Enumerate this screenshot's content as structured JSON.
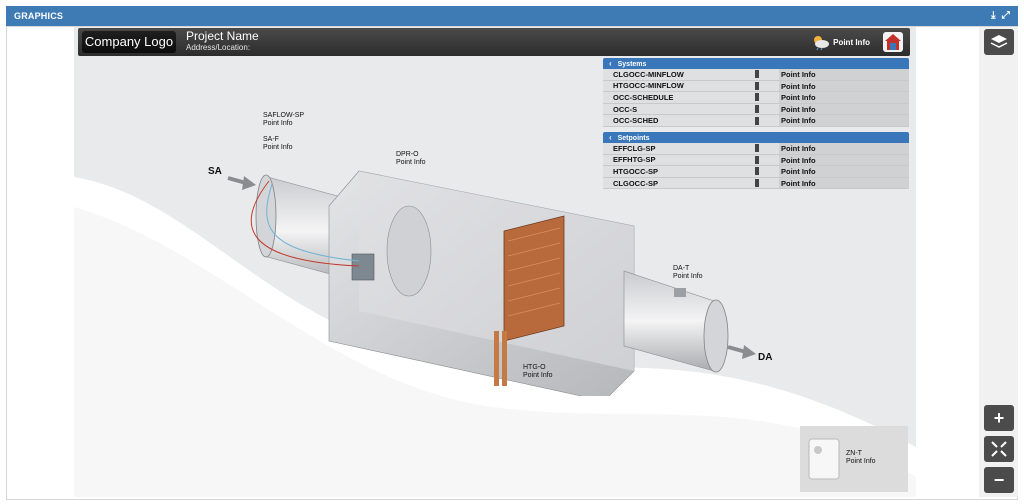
{
  "window": {
    "title": "GRAPHICS"
  },
  "header": {
    "logo": "Company Logo",
    "project_name": "Project Name",
    "address": "Address/Location:",
    "weather_label": "Point Info"
  },
  "systems": {
    "title": "Systems",
    "rows": [
      {
        "name": "CLGOCC-MINFLOW",
        "value": "Point Info"
      },
      {
        "name": "HTGOCC-MINFLOW",
        "value": "Point Info"
      },
      {
        "name": "OCC-SCHEDULE",
        "value": "Point Info"
      },
      {
        "name": "OCC-S",
        "value": "Point Info"
      },
      {
        "name": "OCC-SCHED",
        "value": "Point Info"
      }
    ]
  },
  "setpoints": {
    "title": "Setpoints",
    "rows": [
      {
        "name": "EFFCLG-SP",
        "value": "Point Info"
      },
      {
        "name": "EFFHTG-SP",
        "value": "Point Info"
      },
      {
        "name": "HTGOCC-SP",
        "value": "Point Info"
      },
      {
        "name": "CLGOCC-SP",
        "value": "Point Info"
      }
    ]
  },
  "points": {
    "saflow_sp": {
      "name": "SAFLOW-SP",
      "value": "Point Info"
    },
    "sa_f": {
      "name": "SA-F",
      "value": "Point Info"
    },
    "dpr_o": {
      "name": "DPR-O",
      "value": "Point Info"
    },
    "da_t": {
      "name": "DA-T",
      "value": "Point Info"
    },
    "htg_o": {
      "name": "HTG-O",
      "value": "Point Info"
    },
    "zn_t": {
      "name": "ZN-T",
      "value": "Point Info"
    }
  },
  "flow_labels": {
    "sa": "SA",
    "da": "DA"
  },
  "controls": {
    "zoom_in": "+",
    "zoom_out": "−"
  },
  "colors": {
    "titlebar": "#3e7bb5",
    "panel_header": "#3a76ba",
    "coil": "#b86a3c"
  }
}
